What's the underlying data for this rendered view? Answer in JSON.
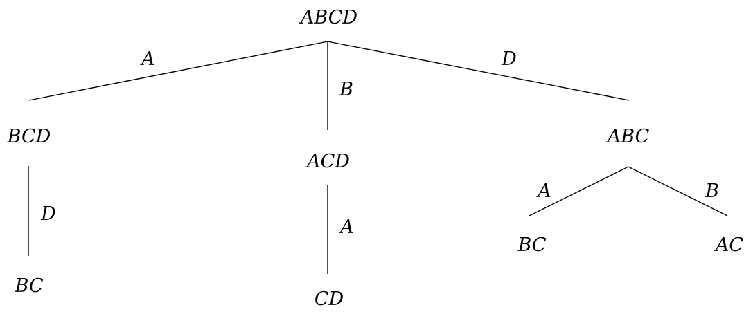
{
  "tree": {
    "nodes": [
      {
        "id": "root",
        "label": "ABCD"
      },
      {
        "id": "n_bcd",
        "label": "BCD"
      },
      {
        "id": "n_acd",
        "label": "ACD"
      },
      {
        "id": "n_abc",
        "label": "ABC"
      },
      {
        "id": "n_bc_left",
        "label": "BC"
      },
      {
        "id": "n_cd",
        "label": "CD"
      },
      {
        "id": "n_bc_right",
        "label": "BC"
      },
      {
        "id": "n_ac",
        "label": "AC"
      }
    ],
    "edges": [
      {
        "from": "root",
        "to": "n_bcd",
        "label": "A"
      },
      {
        "from": "root",
        "to": "n_acd",
        "label": "B"
      },
      {
        "from": "root",
        "to": "n_abc",
        "label": "D"
      },
      {
        "from": "n_bcd",
        "to": "n_bc_left",
        "label": "D"
      },
      {
        "from": "n_acd",
        "to": "n_cd",
        "label": "A"
      },
      {
        "from": "n_abc",
        "to": "n_bc_right",
        "label": "A"
      },
      {
        "from": "n_abc",
        "to": "n_ac",
        "label": "B"
      }
    ]
  },
  "colors": {
    "line": "#000000",
    "text": "#000000",
    "background": "#ffffff"
  }
}
